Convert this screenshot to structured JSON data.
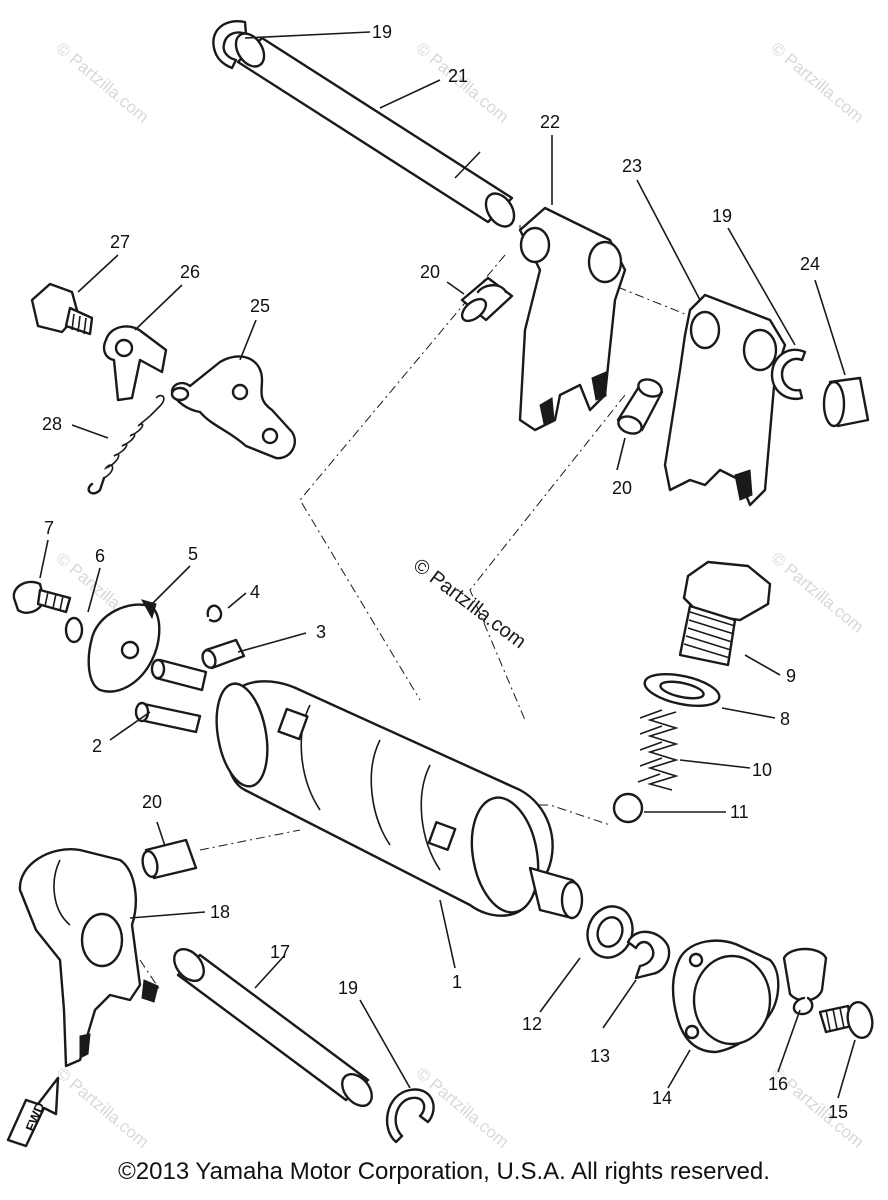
{
  "diagram": {
    "watermark": "© Partzilla.com",
    "direction_label": "FWD",
    "callouts": [
      {
        "id": "c19a",
        "text": "19"
      },
      {
        "id": "c21",
        "text": "21"
      },
      {
        "id": "c22",
        "text": "22"
      },
      {
        "id": "c23",
        "text": "23"
      },
      {
        "id": "c19b",
        "text": "19"
      },
      {
        "id": "c24",
        "text": "24"
      },
      {
        "id": "c27",
        "text": "27"
      },
      {
        "id": "c26",
        "text": "26"
      },
      {
        "id": "c25",
        "text": "25"
      },
      {
        "id": "c20a",
        "text": "20"
      },
      {
        "id": "c28",
        "text": "28"
      },
      {
        "id": "c20b",
        "text": "20"
      },
      {
        "id": "c7",
        "text": "7"
      },
      {
        "id": "c6",
        "text": "6"
      },
      {
        "id": "c5",
        "text": "5"
      },
      {
        "id": "c4",
        "text": "4"
      },
      {
        "id": "c3",
        "text": "3"
      },
      {
        "id": "c2",
        "text": "2"
      },
      {
        "id": "c9",
        "text": "9"
      },
      {
        "id": "c8",
        "text": "8"
      },
      {
        "id": "c10",
        "text": "10"
      },
      {
        "id": "c11",
        "text": "11"
      },
      {
        "id": "c20c",
        "text": "20"
      },
      {
        "id": "c18",
        "text": "18"
      },
      {
        "id": "c17",
        "text": "17"
      },
      {
        "id": "c1",
        "text": "1"
      },
      {
        "id": "c12",
        "text": "12"
      },
      {
        "id": "c13",
        "text": "13"
      },
      {
        "id": "c19c",
        "text": "19"
      },
      {
        "id": "c14",
        "text": "14"
      },
      {
        "id": "c16",
        "text": "16"
      },
      {
        "id": "c15",
        "text": "15"
      }
    ]
  },
  "footer": {
    "copyright": "©2013 Yamaha Motor Corporation, U.S.A. All rights reserved."
  }
}
